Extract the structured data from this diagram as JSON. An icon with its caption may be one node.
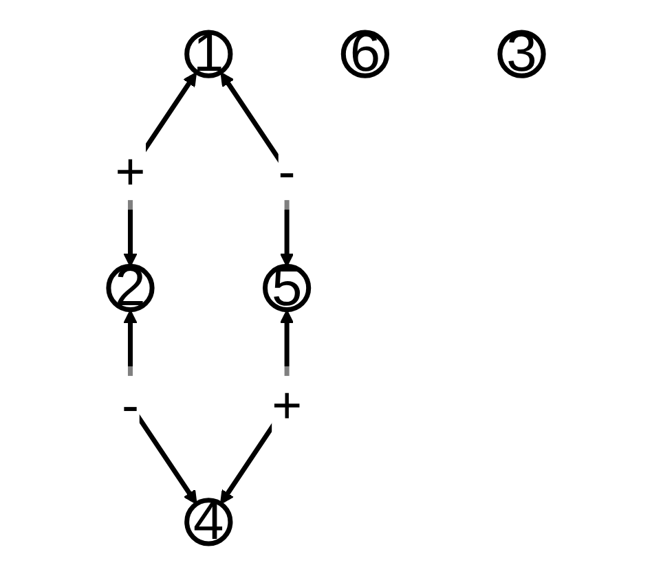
{
  "diagram": {
    "nodes": [
      {
        "text": [
          "1"
        ]
      },
      {
        "text": [
          "2"
        ]
      },
      {
        "text": [
          "6"
        ]
      },
      {
        "text": [
          "3"
        ]
      },
      {
        "text": [
          "5"
        ]
      },
      {
        "text": [
          "4"
        ]
      }
    ],
    "edges": [
      {
        "from": 0,
        "to": 1,
        "arrow": "both",
        "label": "+"
      },
      {
        "from": 0,
        "to": 4,
        "arrow": "both",
        "label": "-"
      },
      {
        "from": 1,
        "to": 5,
        "arrow": "both",
        "label": "-"
      },
      {
        "from": 4,
        "to": 5,
        "arrow": "both",
        "label": "+"
      }
    ]
  }
}
